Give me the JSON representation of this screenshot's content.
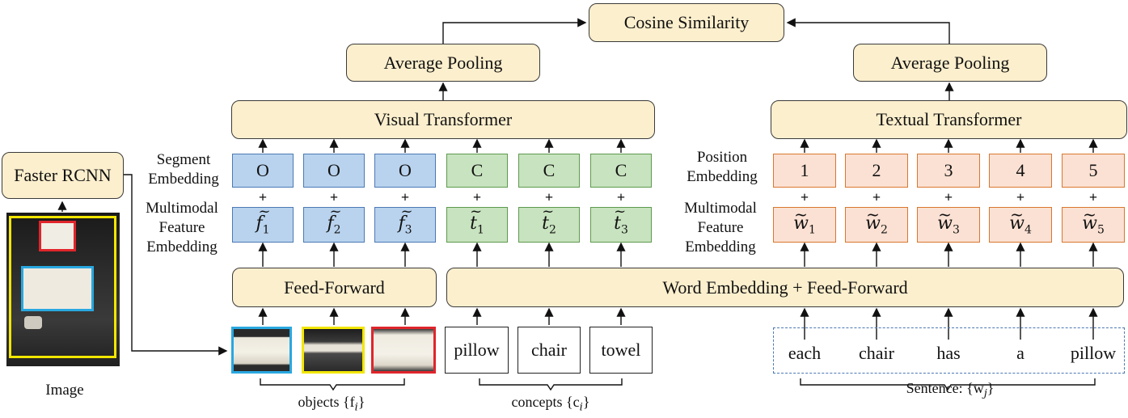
{
  "top": {
    "cosine": "Cosine Similarity"
  },
  "visual": {
    "pooling": "Average Pooling",
    "transformer": "Visual Transformer",
    "feedforward": "Feed-Forward",
    "segment_label_1": "Segment",
    "segment_label_2": "Embedding",
    "multimodal_label_1": "Multimodal",
    "multimodal_label_2": "Feature",
    "multimodal_label_3": "Embedding",
    "segments": [
      "O",
      "O",
      "O",
      "C",
      "C",
      "C"
    ],
    "features": [
      {
        "sym": "f",
        "sub": "1"
      },
      {
        "sym": "f",
        "sub": "2"
      },
      {
        "sym": "f",
        "sub": "3"
      },
      {
        "sym": "t",
        "sub": "1"
      },
      {
        "sym": "t",
        "sub": "2"
      },
      {
        "sym": "t",
        "sub": "3"
      }
    ],
    "concepts": [
      "pillow",
      "chair",
      "towel"
    ],
    "objects_caption": "objects {f",
    "objects_sub": "i",
    "concepts_caption": "concepts {c",
    "concepts_sub": "i"
  },
  "textual": {
    "pooling": "Average Pooling",
    "transformer": "Textual Transformer",
    "word_embedding": "Word Embedding + Feed-Forward",
    "position_label_1": "Position",
    "position_label_2": "Embedding",
    "multimodal_label_1": "Multimodal",
    "multimodal_label_2": "Feature",
    "multimodal_label_3": "Embedding",
    "positions": [
      "1",
      "2",
      "3",
      "4",
      "5"
    ],
    "features": [
      {
        "sym": "w",
        "sub": "1"
      },
      {
        "sym": "w",
        "sub": "2"
      },
      {
        "sym": "w",
        "sub": "3"
      },
      {
        "sym": "w",
        "sub": "4"
      },
      {
        "sym": "w",
        "sub": "5"
      }
    ],
    "words": [
      "each",
      "chair",
      "has",
      "a",
      "pillow"
    ],
    "sentence_caption": "Sentence: {w",
    "sentence_sub": "j"
  },
  "image_side": {
    "detector": "Faster RCNN",
    "image_caption": "Image"
  },
  "plus_sign": "+",
  "colors": {
    "pooling_fill": "#fcefcd",
    "segment_O": "#b9d3ee",
    "segment_C": "#c8e3bf",
    "position": "#fbe1d3",
    "crop_1_border": "#29a8e0",
    "crop_2_border": "#f2e600",
    "crop_3_border": "#e0252b"
  }
}
